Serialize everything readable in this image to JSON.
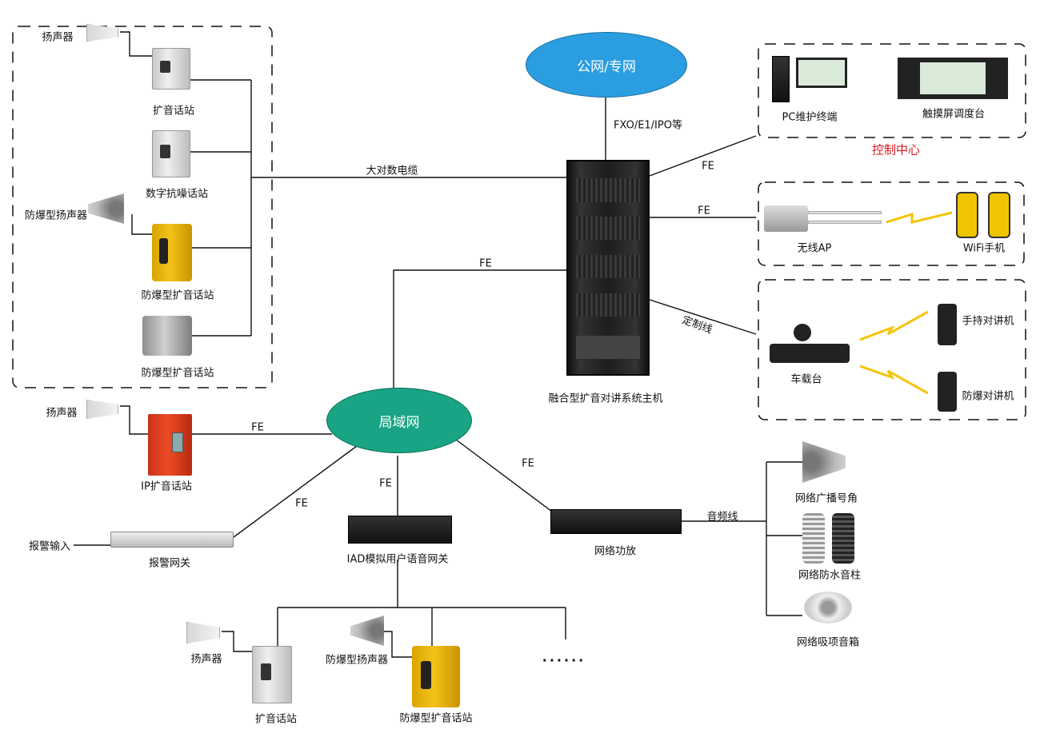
{
  "left_group": {
    "speaker1": "扬声器",
    "station1": "扩音话站",
    "station2": "数字抗噪话站",
    "ex_speaker": "防爆型扬声器",
    "ex_station1": "防爆型扩音话站",
    "ex_station2": "防爆型扩音话站"
  },
  "links": {
    "trunk": "大对数电缆",
    "fxo": "FXO/E1/IPO等",
    "fe": "FE",
    "custom": "定制线",
    "audio": "音频线"
  },
  "clouds": {
    "public": "公网/专网",
    "lan": "局域网"
  },
  "host": {
    "label": "融合型扩音对讲系统主机"
  },
  "control": {
    "pc": "PC维护终端",
    "console": "触摸屏调度台",
    "title": "控制中心",
    "title_color": "#e0141e"
  },
  "wifi": {
    "ap": "无线AP",
    "phone": "WiFi手机"
  },
  "radio": {
    "vehicle": "车载台",
    "handheld": "手持对讲机",
    "ex_handheld": "防爆对讲机"
  },
  "ip_station": {
    "speaker": "扬声器",
    "station": "IP扩音话站"
  },
  "alarm": {
    "input": "报警输入",
    "gateway": "报警网关"
  },
  "iad": {
    "label": "IAD模拟用户语音网关",
    "speaker": "扬声器",
    "station": "扩音话站",
    "ex_speaker": "防爆型扬声器",
    "ex_station": "防爆型扩音话站",
    "more": "......"
  },
  "amp": {
    "label": "网络功放",
    "horn": "网络广播号角",
    "column": "网络防水音柱",
    "ceiling": "网络吸项音箱"
  }
}
